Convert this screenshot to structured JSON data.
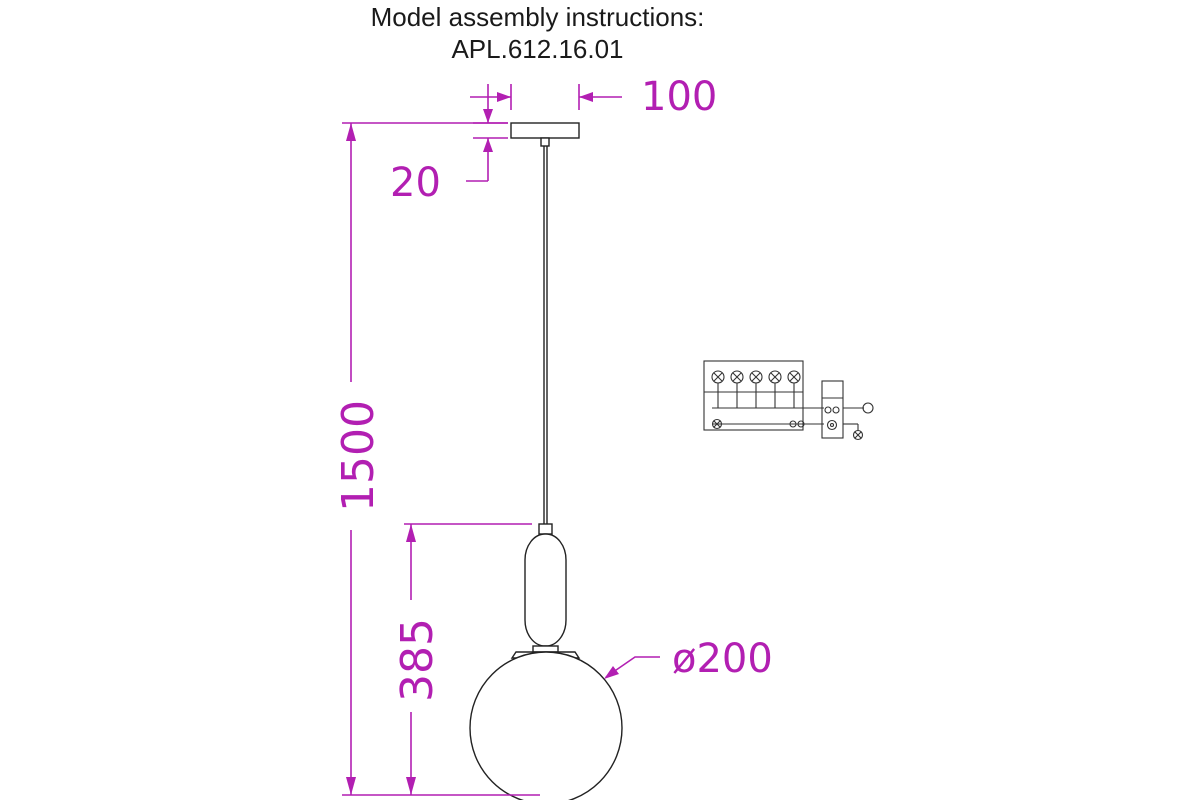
{
  "title": {
    "line1": "Model assembly instructions:",
    "line2": "APL.612.16.01"
  },
  "dimensions": {
    "canopy_diameter": "100",
    "canopy_height": "20",
    "total_height": "1500",
    "shade_height": "385",
    "globe_diameter": "ø200"
  },
  "colors": {
    "dimension": "#b21fb2",
    "outline": "#222222"
  }
}
